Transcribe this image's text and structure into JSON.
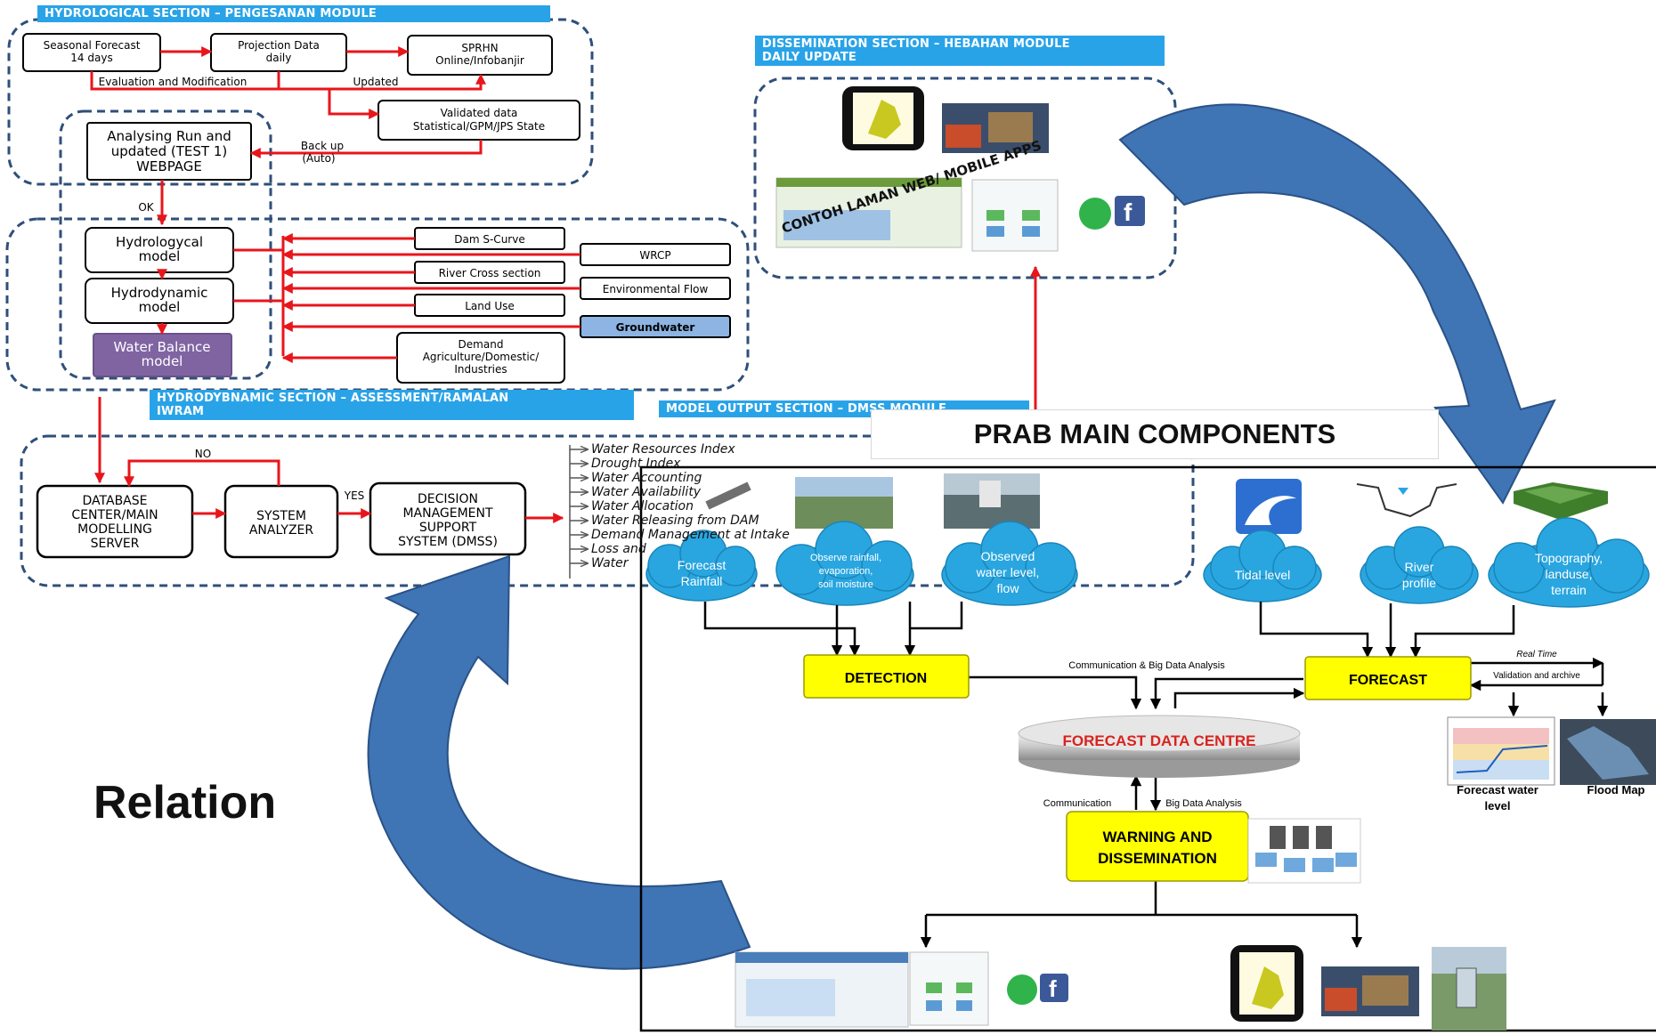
{
  "headers": {
    "hydrological": "HYDROLOGICAL SECTION – PENGESANAN MODULE",
    "dissemination_1": "DISSEMINATION SECTION – HEBAHAN MODULE",
    "dissemination_2": "DAILY UPDATE",
    "hydrodynamic_1": "HYDRODYBNAMIC SECTION – ASSESSMENT/RAMALAN",
    "hydrodynamic_2": "IWRAM",
    "model_output": "MODEL OUTPUT SECTION – DMSS MODULE"
  },
  "hydro": {
    "seasonal_1": "Seasonal Forecast",
    "seasonal_2": "14 days",
    "projection_1": "Projection Data",
    "projection_2": "daily",
    "sprhn_1": "SPRHN",
    "sprhn_2": "Online/Infobanjir",
    "eval": "Evaluation and Modification",
    "updated": "Updated",
    "validated_1": "Validated data",
    "validated_2": "Statistical/GPM/JPS State",
    "analysing_1": "Analysing Run and",
    "analysing_2": "updated (TEST 1)",
    "analysing_3": "WEBPAGE",
    "backup_1": "Back up",
    "backup_2": "(Auto)",
    "ok": "OK"
  },
  "models": {
    "hydrological_1": "Hydrologycal",
    "hydrological_2": "model",
    "hydrodynamic_1": "Hydrodynamic",
    "hydrodynamic_2": "model",
    "water_balance_1": "Water Balance",
    "water_balance_2": "model",
    "dam": "Dam S-Curve",
    "wrcp": "WRCP",
    "river_cross": "River Cross section",
    "env_flow": "Environmental Flow",
    "land_use": "Land Use",
    "groundwater": "Groundwater",
    "demand_1": "Demand",
    "demand_2": "Agriculture/Domestic/",
    "demand_3": "Industries"
  },
  "dss": {
    "no": "NO",
    "yes": "YES",
    "db_1": "DATABASE",
    "db_2": "CENTER/MAIN",
    "db_3": "MODELLING",
    "db_4": "SERVER",
    "sa_1": "SYSTEM",
    "sa_2": "ANALYZER",
    "dm_1": "DECISION",
    "dm_2": "MANAGEMENT",
    "dm_3": "SUPPORT",
    "dm_4": "SYSTEM (DMSS)",
    "outputs": [
      "Water Resources Index",
      "Drought Index",
      "Water Accounting",
      "Water Availability",
      "Water Allocation",
      "Water Releasing from DAM",
      "Demand Management at Intake",
      "Loss and",
      "Water"
    ]
  },
  "apps_label": "CONTOH LAMAN WEB/ MOBILE APPS",
  "prab": {
    "title": "PRAB MAIN COMPONENTS",
    "inputs": {
      "rain_1": "Forecast",
      "rain_2": "Rainfall",
      "obs_1": "Observe rainfall,",
      "obs_2": "evaporation,",
      "obs_3": "soil moisture",
      "wl_1": "Observed",
      "wl_2": "water level,",
      "wl_3": "flow",
      "tidal": "Tidal level",
      "rp_1": "River",
      "rp_2": "profile",
      "topo_1": "Topography,",
      "topo_2": "landuse,",
      "topo_3": "terrain"
    },
    "detection": "DETECTION",
    "forecast": "FORECAST",
    "comm_big": "Communication & Big Data Analysis",
    "real_time": "Real Time",
    "validation": "Validation and archive",
    "fdc": "FORECAST DATA CENTRE",
    "communication": "Communication",
    "big_data": "Big Data Analysis",
    "warning_1": "WARNING AND",
    "warning_2": "DISSEMINATION",
    "fwl_1": "Forecast water",
    "fwl_2": "level",
    "flood_map": "Flood Map"
  },
  "relation": "Relation",
  "colors": {
    "header_blue": "#29a3e8",
    "arrow_red": "#e8151b",
    "curve_blue": "#3f74b5",
    "yellow": "#ffff00",
    "purple": "#8064a2",
    "cloud": "#29a6e0",
    "dash": "#2f4f7a"
  }
}
